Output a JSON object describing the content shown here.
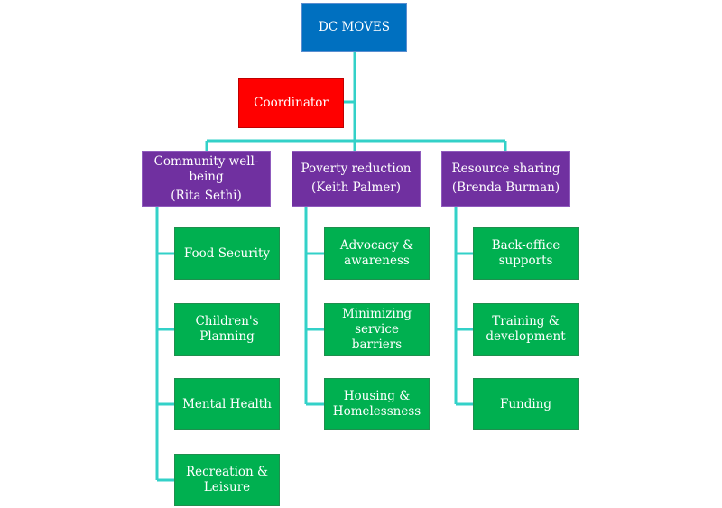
{
  "title": "DC MOVES",
  "coordinator": "Coordinator",
  "colors": {
    "root": "#0070c0",
    "coordinator": "#ff0000",
    "branch": "#7030a0",
    "leaf": "#00b050",
    "connector": "#33d1c8"
  },
  "branches": [
    {
      "name": "Community well-being",
      "lead": "(Rita Sethi)",
      "items": [
        "Food Security",
        "Children's Planning",
        "Mental Health",
        "Recreation & Leisure"
      ]
    },
    {
      "name": "Poverty reduction",
      "lead": "(Keith Palmer)",
      "items": [
        "Advocacy & awareness",
        "Minimizing service barriers",
        "Housing & Homelessness"
      ]
    },
    {
      "name": "Resource sharing",
      "lead": "(Brenda Burman)",
      "items": [
        "Back-office supports",
        "Training & development",
        "Funding"
      ]
    }
  ]
}
